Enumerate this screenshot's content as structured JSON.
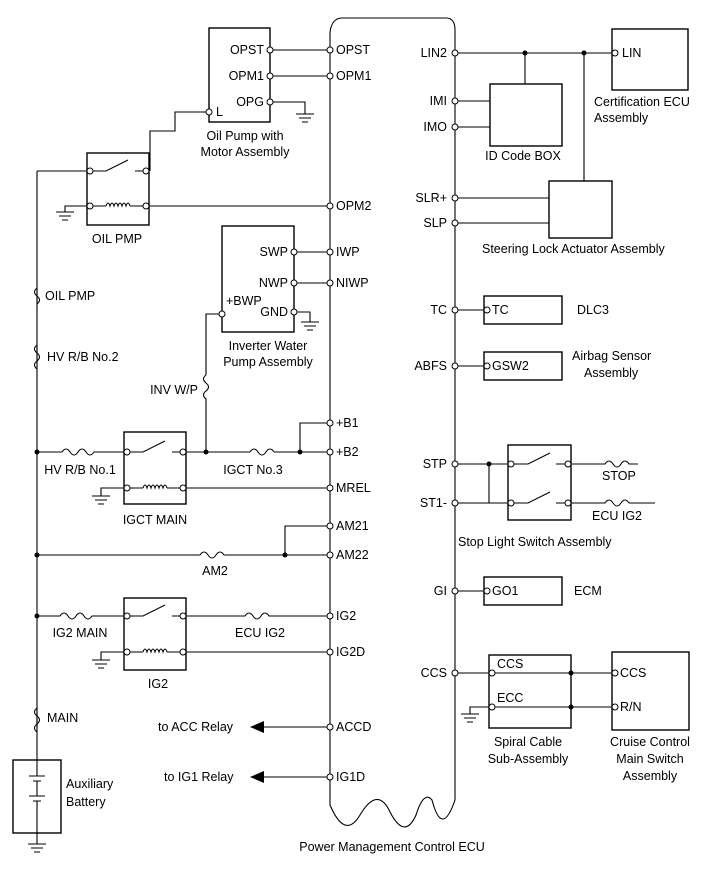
{
  "ecu": {
    "name": "Power Management Control ECU",
    "left_pins": [
      "OPST",
      "OPM1",
      "OPM2",
      "IWP",
      "NIWP",
      "+B1",
      "+B2",
      "MREL",
      "AM21",
      "AM22",
      "IG2",
      "IG2D",
      "ACCD",
      "IG1D"
    ],
    "right_pins": [
      "LIN2",
      "IMI",
      "IMO",
      "SLR+",
      "SLP",
      "TC",
      "ABFS",
      "STP",
      "ST1-",
      "GI",
      "CCS"
    ]
  },
  "oil_pump": {
    "name": "Oil Pump with Motor Assembly",
    "pins": [
      "OPST",
      "OPM1",
      "OPG",
      "L"
    ]
  },
  "oil_pmp_relay": {
    "name": "OIL PMP"
  },
  "inverter_pump": {
    "name": "Inverter Water Pump Assembly",
    "pins": [
      "SWP",
      "NWP",
      "+BWP",
      "GND"
    ]
  },
  "igct_main_relay": {
    "name": "IGCT MAIN"
  },
  "ig2_relay": {
    "name": "IG2"
  },
  "fuses": {
    "oil_pmp": "OIL PMP",
    "hv_rb2": "HV R/B No.2",
    "inv_wp": "INV W/P",
    "hv_rb1": "HV R/B No.1",
    "igct3": "IGCT No.3",
    "am2": "AM2",
    "ig2_main": "IG2 MAIN",
    "ecu_ig2": "ECU IG2",
    "main": "MAIN",
    "stop": "STOP",
    "ecu_ig2_stop": "ECU IG2"
  },
  "battery": {
    "name": "Auxiliary Battery"
  },
  "arrows": {
    "acc": "to ACC Relay",
    "ig1": "to IG1 Relay"
  },
  "cert_ecu": {
    "name": "Certification ECU Assembly",
    "pin": "LIN"
  },
  "id_code_box": {
    "name": "ID Code BOX"
  },
  "steering_lock": {
    "name": "Steering Lock Actuator Assembly"
  },
  "dlc3": {
    "name": "DLC3",
    "pin": "TC"
  },
  "airbag": {
    "name": "Airbag Sensor Assembly",
    "pin": "GSW2"
  },
  "stop_light": {
    "name": "Stop Light Switch Assembly"
  },
  "ecm": {
    "name": "ECM",
    "pin": "GO1"
  },
  "spiral": {
    "name": "Spiral Cable Sub-Assembly",
    "pins": [
      "CCS",
      "ECC"
    ]
  },
  "cruise": {
    "name": "Cruise Control Main Switch Assembly",
    "pins": [
      "CCS",
      "R/N"
    ]
  }
}
